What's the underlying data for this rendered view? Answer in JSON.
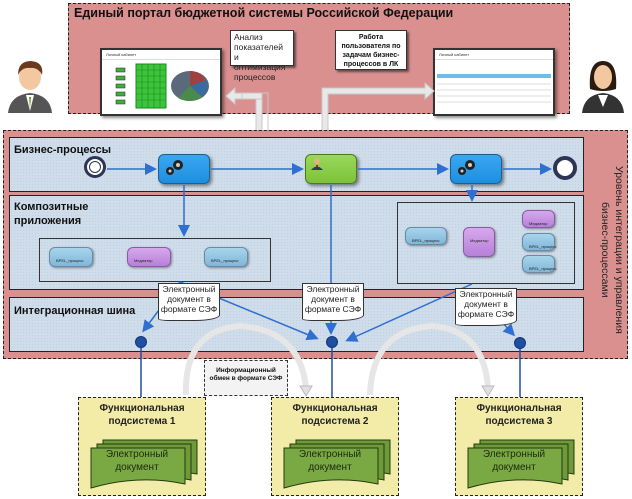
{
  "portal": {
    "title": "Единый портал бюджетной системы Российской Федерации",
    "callout_left": "Анализ показателей и оптимизация процессов",
    "callout_right": "Работа пользователя по задачам бизнес-процессов в ЛК",
    "screen_left_header": "Личный кабинет",
    "screen_right_header": "Личный кабинет"
  },
  "actors": {
    "left": "analyst-avatar",
    "right": "user-avatar"
  },
  "level": {
    "vertical_label": "Уровень интеграции и управления бизнес-процессами",
    "lanes": {
      "business_processes": "Бизнес-процессы",
      "composite_apps": "Композитные приложения",
      "integration_bus": "Интеграционная шина"
    }
  },
  "composite_left": {
    "nodes": [
      "BPEL_процесс",
      "Медиатор",
      "BPEL_процесс"
    ]
  },
  "composite_right": {
    "nodes": [
      "BPEL_процесс",
      "Медиатор",
      "Медиатор",
      "BPEL_процесс",
      "BPEL_процесс"
    ]
  },
  "doc_callouts": [
    "Электронный документ в формате СЭФ",
    "Электронный документ в формате СЭФ",
    "Электронный документ в формате СЭФ"
  ],
  "info_exchange": "Информационный обмен в формате СЭФ",
  "subsystems": [
    {
      "title": "Функциональная подсистема 1",
      "doc": "Электронный документ"
    },
    {
      "title": "Функциональная подсистема 2",
      "doc": "Электронный документ"
    },
    {
      "title": "Функциональная подсистема 3",
      "doc": "Электронный документ"
    }
  ],
  "colors": {
    "portal_bg": "#d9908f",
    "lane_bg": "#cfdce9",
    "task_blue": "#2196e8",
    "task_green": "#8ccc4a",
    "flow_line": "#2f6fd0",
    "subsystem_bg": "#f3eca8",
    "doc_green": "#6e9a3a"
  }
}
